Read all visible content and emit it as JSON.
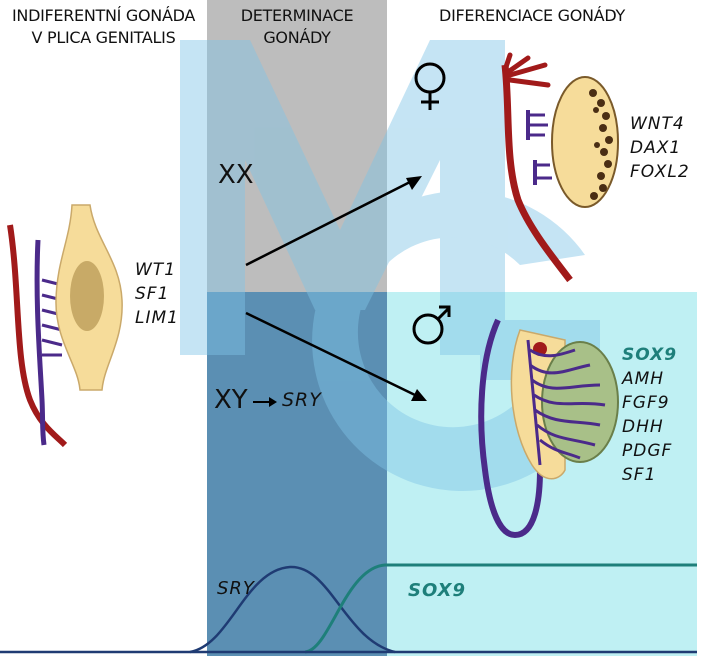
{
  "headers": {
    "indifferent_line1": "INDIFERENTNÍ GONÁDA",
    "indifferent_line2": "V PLICA GENITALIS",
    "determination_line1": "DETERMINACE",
    "determination_line2": "GONÁDY",
    "differentiation": "DIFERENCIACE GONÁDY"
  },
  "indifferent_genes": [
    "WT1",
    "SF1",
    "LIM1"
  ],
  "karyotypes": {
    "female": "XX",
    "male": "XY",
    "male_gene": "SRY"
  },
  "symbols": {
    "female": "♀",
    "male": "♂"
  },
  "female_genes": [
    "WNT4",
    "DAX1",
    "FOXL2"
  ],
  "male_genes": [
    "SOX9",
    "AMH",
    "FGF9",
    "DHH",
    "PDGF",
    "SF1"
  ],
  "expression_curves": {
    "sry_label": "SRY",
    "sox9_label": "SOX9"
  },
  "colors": {
    "gray_band": "#bdbdbd",
    "blue_band": "#5b8fb3",
    "cyan_panel": "#bff0f3",
    "watermark": "#7fc4e6",
    "gonad_fill": "#f6dc9a",
    "vessel_red": "#a11a1a",
    "vessel_purple": "#4b2a8a",
    "sox9_teal": "#1e7f7a",
    "sry_navy": "#1f3b73"
  }
}
